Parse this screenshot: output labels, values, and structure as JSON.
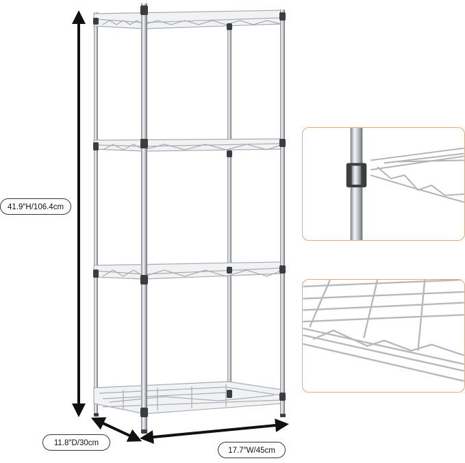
{
  "dimensions": {
    "height_label": "41.9″H/106.4cm",
    "depth_label": "11.8″D/30cm",
    "width_label": "17.7″W/45cm"
  },
  "colors": {
    "inset_border": "#f0a570",
    "chrome": "#b9bcc0",
    "chrome_dark": "#6d7075",
    "arrow": "#111111"
  },
  "product": {
    "shelf_count": 4,
    "insets": [
      "post-clip-detail",
      "wire-shelf-edge-detail"
    ]
  }
}
